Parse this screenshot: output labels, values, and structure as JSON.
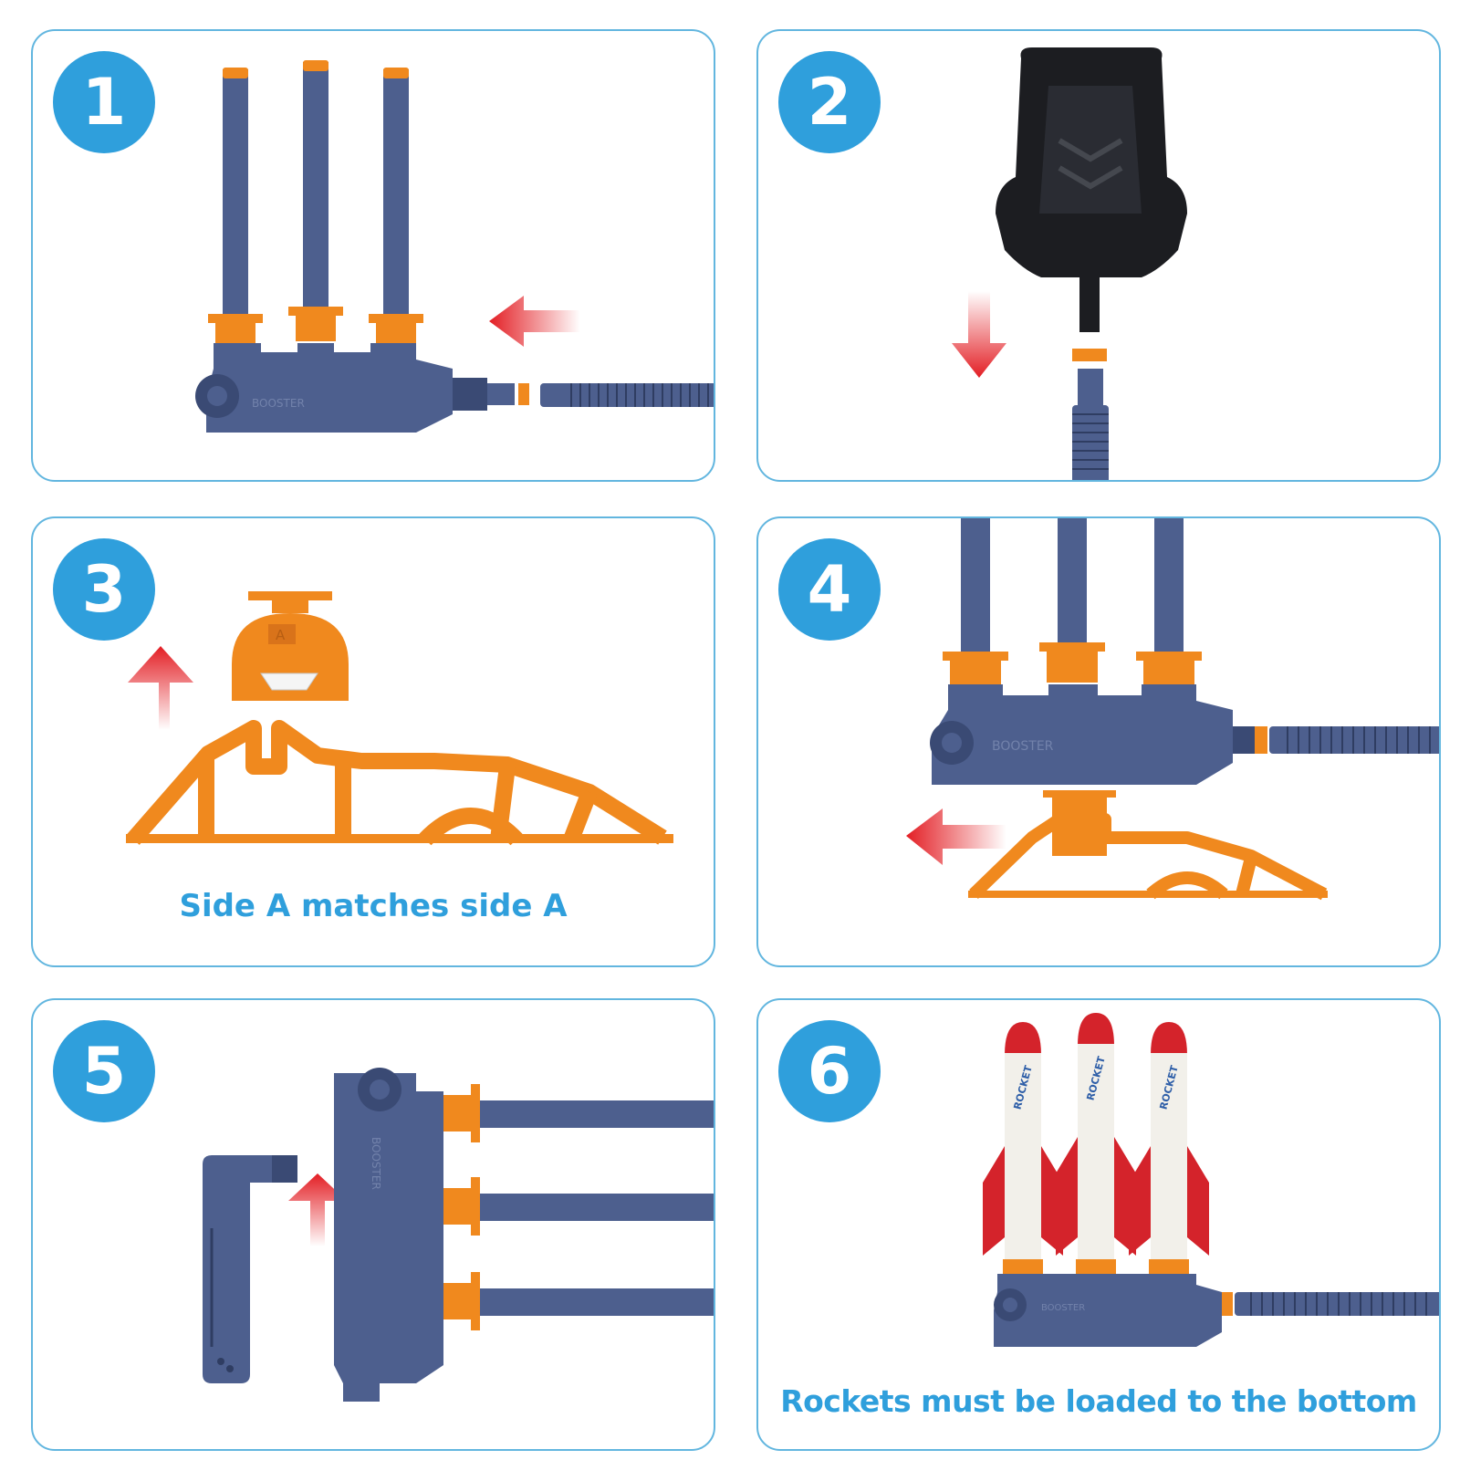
{
  "steps": [
    {
      "number": "1"
    },
    {
      "number": "2"
    },
    {
      "number": "3",
      "caption": "Side A matches side A",
      "stand_label": "A"
    },
    {
      "number": "4",
      "base_label": "BOOSTER"
    },
    {
      "number": "5",
      "base_label": "BOOSTER"
    },
    {
      "number": "6",
      "caption": "Rockets must be loaded to the bottom",
      "rocket_label": "ROCKET",
      "base_label": "BOOSTER"
    }
  ],
  "base_label": "BOOSTER",
  "colors": {
    "accent_blue": "#2f9fdc",
    "panel_border": "#62b6df",
    "launcher_body": "#4d5f8e",
    "launcher_dark": "#3a4a74",
    "orange": "#f0891e",
    "arrow_red": "#e31e24",
    "pump_black": "#1c1d21",
    "rocket_red": "#d4232b"
  },
  "icons": [
    "arrow-left-icon",
    "arrow-down-icon",
    "arrow-up-icon"
  ]
}
